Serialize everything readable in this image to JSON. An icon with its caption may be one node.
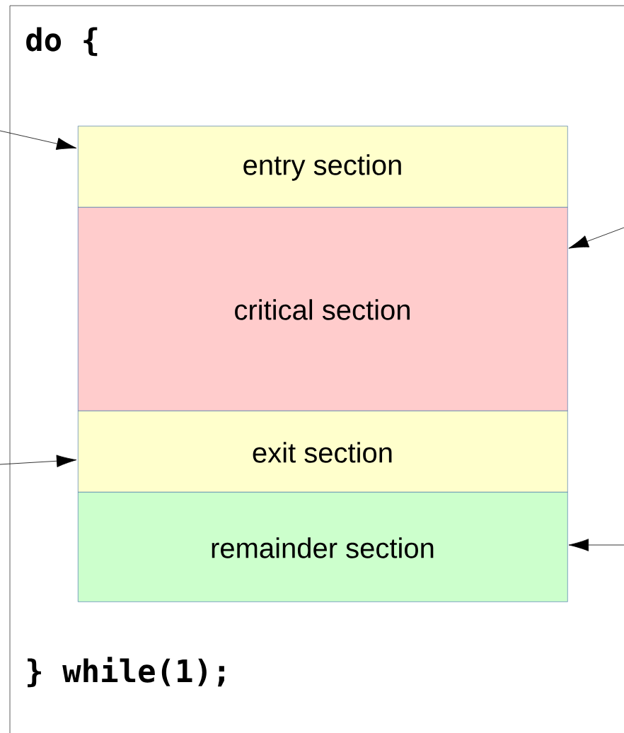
{
  "diagram": {
    "nodes": [
      {
        "text": [
          "do {",
          "} while(1);"
        ]
      },
      {
        "text": [
          "entry section"
        ],
        "in": 0
      },
      {
        "text": [
          "critical section"
        ],
        "in": 0
      },
      {
        "text": [
          "exit section"
        ],
        "in": 0
      },
      {
        "text": [
          "remainder section"
        ],
        "in": 0
      }
    ],
    "edges": [
      {
        "from": null,
        "to": 1,
        "arrow": "to"
      },
      {
        "from": null,
        "to": 2,
        "arrow": "to"
      },
      {
        "from": null,
        "to": 3,
        "arrow": "to"
      },
      {
        "from": null,
        "to": 4,
        "arrow": "to"
      }
    ]
  }
}
